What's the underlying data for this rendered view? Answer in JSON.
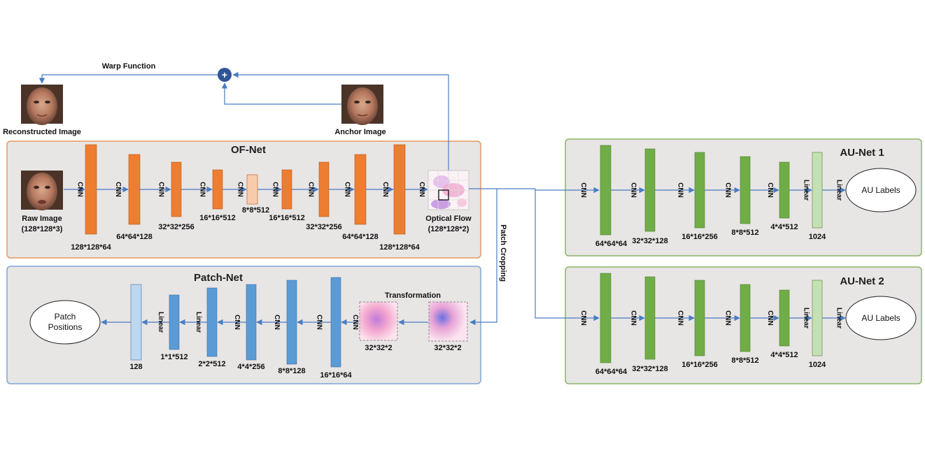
{
  "top": {
    "warp_label": "Warp Function",
    "plus_symbol": "+",
    "reconstructed_label": "Reconstructed Image",
    "anchor_label": "Anchor Image"
  },
  "of_net": {
    "title": "OF-Net",
    "input_label_1": "Raw Image",
    "input_label_2": "(128*128*3)",
    "output_label_1": "Optical Flow",
    "output_label_2": "(128*128*2)",
    "layers": [
      {
        "op": "CNN",
        "dim": "128*128*64"
      },
      {
        "op": "CNN",
        "dim": "64*64*128"
      },
      {
        "op": "CNN",
        "dim": "32*32*256"
      },
      {
        "op": "CNN",
        "dim": "16*16*512"
      },
      {
        "op": "CNN",
        "dim": "8*8*512"
      },
      {
        "op": "CNN",
        "dim": "16*16*512"
      },
      {
        "op": "CNN",
        "dim": "32*32*256"
      },
      {
        "op": "CNN",
        "dim": "64*64*128"
      },
      {
        "op": "CNN",
        "dim": "128*128*64"
      }
    ],
    "final_op": "CNN"
  },
  "patch_cropping_label": "Patch Cropping",
  "patch_net": {
    "title": "Patch-Net",
    "transformation_label": "Transformation",
    "input_dim": "32*32*2",
    "transformed_dim": "32*32*2",
    "layers": [
      {
        "op": "CNN",
        "dim": "16*16*64"
      },
      {
        "op": "CNN",
        "dim": "8*8*128"
      },
      {
        "op": "CNN",
        "dim": "4*4*256"
      },
      {
        "op": "CNN",
        "dim": "2*2*512"
      },
      {
        "op": "Linear",
        "dim": "1*1*512"
      },
      {
        "op": "Linear",
        "dim": "128"
      }
    ],
    "output_label_1": "Patch",
    "output_label_2": "Positions"
  },
  "au_net_1": {
    "title": "AU-Net 1",
    "layers": [
      {
        "op": "CNN",
        "dim": "64*64*64"
      },
      {
        "op": "CNN",
        "dim": "32*32*128"
      },
      {
        "op": "CNN",
        "dim": "16*16*256"
      },
      {
        "op": "CNN",
        "dim": "8*8*512"
      },
      {
        "op": "CNN",
        "dim": "4*4*512"
      },
      {
        "op": "Linear",
        "dim": "1024"
      }
    ],
    "final_op": "Linear",
    "output_label": "AU Labels"
  },
  "au_net_2": {
    "title": "AU-Net 2",
    "layers": [
      {
        "op": "CNN",
        "dim": "64*64*64"
      },
      {
        "op": "CNN",
        "dim": "32*32*128"
      },
      {
        "op": "CNN",
        "dim": "16*16*256"
      },
      {
        "op": "CNN",
        "dim": "8*8*512"
      },
      {
        "op": "CNN",
        "dim": "4*4*512"
      },
      {
        "op": "Linear",
        "dim": "1024"
      }
    ],
    "final_op": "Linear",
    "output_label": "AU Labels"
  },
  "colors": {
    "of_panel_border": "#e59a5e",
    "of_panel_fill": "#e9e6e6",
    "patch_panel_border": "#7ea6d8",
    "au_panel_border": "#8ab56a",
    "orange": "#ed7d31",
    "orange_light": "#f8cbad",
    "blue": "#5b9bd5",
    "blue_light": "#bdd7ee",
    "green": "#70ad47",
    "green_light": "#c5e0b4",
    "arrow": "#4a7cc2",
    "plus_fill": "#2f5597"
  }
}
